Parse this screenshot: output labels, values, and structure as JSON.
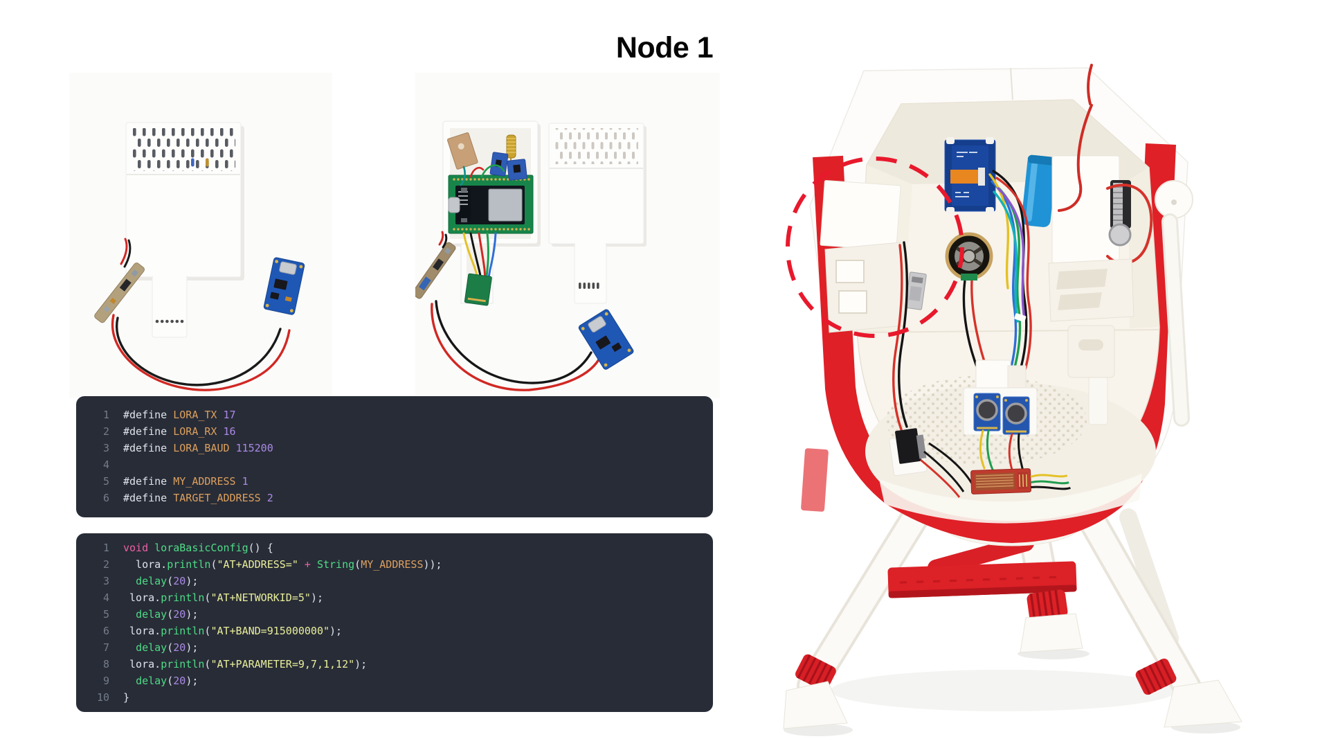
{
  "title": "Node 1",
  "theme": {
    "page_bg": "#ffffff",
    "title_color": "#050505",
    "code_bg": "#282c37",
    "gutter": "#747c8b",
    "plain": "#dfe3ea",
    "keyword": "#ee5fa5",
    "function": "#4edc86",
    "identifier": "#dca05e",
    "number": "#ab8ae6",
    "string": "#e9ef9b",
    "accent_red": "#df2027"
  },
  "code_blocks": [
    {
      "name": "lora-defines",
      "lines": [
        {
          "num": "1",
          "tokens": [
            {
              "t": "#define ",
              "c": "pln"
            },
            {
              "t": "LORA_TX",
              "c": "idn"
            },
            {
              "t": " ",
              "c": "pln"
            },
            {
              "t": "17",
              "c": "num"
            }
          ]
        },
        {
          "num": "2",
          "tokens": [
            {
              "t": "#define ",
              "c": "pln"
            },
            {
              "t": "LORA_RX",
              "c": "idn"
            },
            {
              "t": " ",
              "c": "pln"
            },
            {
              "t": "16",
              "c": "num"
            }
          ]
        },
        {
          "num": "3",
          "tokens": [
            {
              "t": "#define ",
              "c": "pln"
            },
            {
              "t": "LORA_BAUD",
              "c": "idn"
            },
            {
              "t": " ",
              "c": "pln"
            },
            {
              "t": "115200",
              "c": "num"
            }
          ]
        },
        {
          "num": "4",
          "tokens": []
        },
        {
          "num": "5",
          "tokens": [
            {
              "t": "#define ",
              "c": "pln"
            },
            {
              "t": "MY_ADDRESS",
              "c": "idn"
            },
            {
              "t": " ",
              "c": "pln"
            },
            {
              "t": "1",
              "c": "num"
            }
          ]
        },
        {
          "num": "6",
          "tokens": [
            {
              "t": "#define ",
              "c": "pln"
            },
            {
              "t": "TARGET_ADDRESS",
              "c": "idn"
            },
            {
              "t": " ",
              "c": "pln"
            },
            {
              "t": "2",
              "c": "num"
            }
          ]
        }
      ]
    },
    {
      "name": "lora-basic-config",
      "lines": [
        {
          "num": "1",
          "tokens": [
            {
              "t": "void",
              "c": "kwd"
            },
            {
              "t": " ",
              "c": "pln"
            },
            {
              "t": "loraBasicConfig",
              "c": "fn"
            },
            {
              "t": "() {",
              "c": "pln"
            }
          ]
        },
        {
          "num": "2",
          "tokens": [
            {
              "t": "  lora.",
              "c": "pln"
            },
            {
              "t": "println",
              "c": "fn"
            },
            {
              "t": "(",
              "c": "pln"
            },
            {
              "t": "\"AT+ADDRESS=\"",
              "c": "str"
            },
            {
              "t": " ",
              "c": "pln"
            },
            {
              "t": "+",
              "c": "kwd"
            },
            {
              "t": " ",
              "c": "pln"
            },
            {
              "t": "String",
              "c": "fn"
            },
            {
              "t": "(",
              "c": "pln"
            },
            {
              "t": "MY_ADDRESS",
              "c": "idn"
            },
            {
              "t": "));",
              "c": "pln"
            }
          ]
        },
        {
          "num": "3",
          "tokens": [
            {
              "t": "  ",
              "c": "pln"
            },
            {
              "t": "delay",
              "c": "fn"
            },
            {
              "t": "(",
              "c": "pln"
            },
            {
              "t": "20",
              "c": "num"
            },
            {
              "t": ");",
              "c": "pln"
            }
          ]
        },
        {
          "num": "4",
          "tokens": [
            {
              "t": " lora.",
              "c": "pln"
            },
            {
              "t": "println",
              "c": "fn"
            },
            {
              "t": "(",
              "c": "pln"
            },
            {
              "t": "\"AT+NETWORKID=5\"",
              "c": "str"
            },
            {
              "t": ");",
              "c": "pln"
            }
          ]
        },
        {
          "num": "5",
          "tokens": [
            {
              "t": "  ",
              "c": "pln"
            },
            {
              "t": "delay",
              "c": "fn"
            },
            {
              "t": "(",
              "c": "pln"
            },
            {
              "t": "20",
              "c": "num"
            },
            {
              "t": ");",
              "c": "pln"
            }
          ]
        },
        {
          "num": "6",
          "tokens": [
            {
              "t": " lora.",
              "c": "pln"
            },
            {
              "t": "println",
              "c": "fn"
            },
            {
              "t": "(",
              "c": "pln"
            },
            {
              "t": "\"AT+BAND=915000000\"",
              "c": "str"
            },
            {
              "t": ");",
              "c": "pln"
            }
          ]
        },
        {
          "num": "7",
          "tokens": [
            {
              "t": "  ",
              "c": "pln"
            },
            {
              "t": "delay",
              "c": "fn"
            },
            {
              "t": "(",
              "c": "pln"
            },
            {
              "t": "20",
              "c": "num"
            },
            {
              "t": ");",
              "c": "pln"
            }
          ]
        },
        {
          "num": "8",
          "tokens": [
            {
              "t": " lora.",
              "c": "pln"
            },
            {
              "t": "println",
              "c": "fn"
            },
            {
              "t": "(",
              "c": "pln"
            },
            {
              "t": "\"AT+PARAMETER=9,7,1,12\"",
              "c": "str"
            },
            {
              "t": ");",
              "c": "pln"
            }
          ]
        },
        {
          "num": "9",
          "tokens": [
            {
              "t": "  ",
              "c": "pln"
            },
            {
              "t": "delay",
              "c": "fn"
            },
            {
              "t": "(",
              "c": "pln"
            },
            {
              "t": "20",
              "c": "num"
            },
            {
              "t": ");",
              "c": "pln"
            }
          ]
        },
        {
          "num": "10",
          "tokens": [
            {
              "t": "}",
              "c": "pln"
            }
          ]
        }
      ]
    }
  ]
}
